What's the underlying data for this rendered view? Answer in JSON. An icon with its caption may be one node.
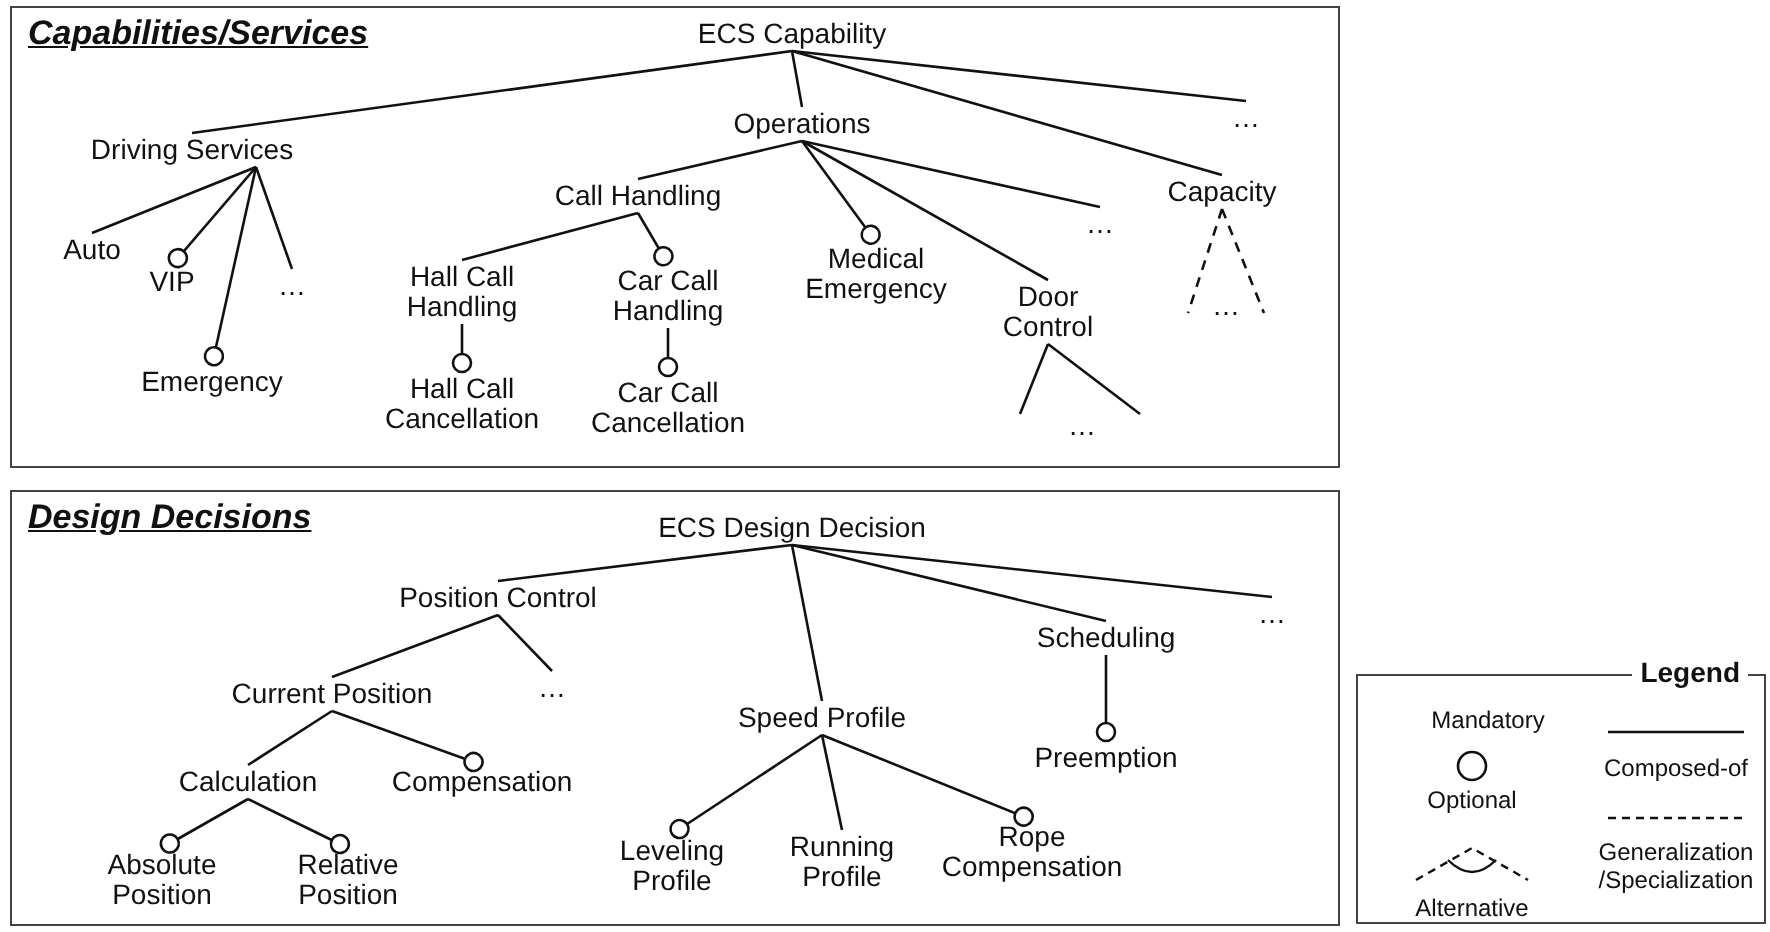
{
  "diagram": {
    "nodes": [
      {
        "text": [
          "Capabilities/Services"
        ]
      },
      {
        "text": [
          "ECS Capability"
        ],
        "in": 0
      },
      {
        "text": [
          "Driving Services"
        ],
        "in": 0
      },
      {
        "text": [
          "Operations"
        ],
        "in": 0
      },
      {
        "text": [
          "…"
        ],
        "in": 0
      },
      {
        "text": [
          "Capacity"
        ],
        "in": 0
      },
      {
        "text": [
          "Auto"
        ],
        "in": 0
      },
      {
        "text": [
          "VIP"
        ],
        "in": 0
      },
      {
        "text": [
          "Emergency"
        ],
        "in": 0
      },
      {
        "text": [
          "…"
        ],
        "in": 0
      },
      {
        "text": [
          "Call Handling"
        ],
        "in": 0
      },
      {
        "text": [
          "Medical Emergency"
        ],
        "in": 0
      },
      {
        "text": [
          "…"
        ],
        "in": 0
      },
      {
        "text": [
          "Door Control"
        ],
        "in": 0
      },
      {
        "text": [
          "…"
        ],
        "in": 0
      },
      {
        "text": [
          "Hall Call Handling"
        ],
        "in": 0
      },
      {
        "text": [
          "Car Call Handling"
        ],
        "in": 0
      },
      {
        "text": [
          "Hall Call Cancellation"
        ],
        "in": 0
      },
      {
        "text": [
          "Car Call Cancellation"
        ],
        "in": 0
      },
      {
        "text": [
          "…"
        ],
        "in": 0
      },
      {
        "text": [
          "Design Decisions"
        ]
      },
      {
        "text": [
          "ECS Design Decision"
        ],
        "in": 20
      },
      {
        "text": [
          "Position Control"
        ],
        "in": 20
      },
      {
        "text": [
          "Speed Profile"
        ],
        "in": 20
      },
      {
        "text": [
          "Scheduling"
        ],
        "in": 20
      },
      {
        "text": [
          "…"
        ],
        "in": 20
      },
      {
        "text": [
          "Current Position"
        ],
        "in": 20
      },
      {
        "text": [
          "…"
        ],
        "in": 20
      },
      {
        "text": [
          "Calculation"
        ],
        "in": 20
      },
      {
        "text": [
          "Compensation"
        ],
        "in": 20
      },
      {
        "text": [
          "Absolute Position"
        ],
        "in": 20
      },
      {
        "text": [
          "Relative Position"
        ],
        "in": 20
      },
      {
        "text": [
          "Leveling Profile"
        ],
        "in": 20
      },
      {
        "text": [
          "Running Profile"
        ],
        "in": 20
      },
      {
        "text": [
          "Rope Compensation"
        ],
        "in": 20
      },
      {
        "text": [
          "Preemption"
        ],
        "in": 20
      }
    ],
    "edges": [
      {
        "from": 1,
        "to": 2,
        "arrow": "none"
      },
      {
        "from": 1,
        "to": 3,
        "arrow": "none"
      },
      {
        "from": 1,
        "to": 4,
        "arrow": "none"
      },
      {
        "from": 1,
        "to": 5,
        "arrow": "none"
      },
      {
        "from": 2,
        "to": 6,
        "arrow": "none"
      },
      {
        "from": 2,
        "to": 7,
        "arrow": "other"
      },
      {
        "from": 2,
        "to": 8,
        "arrow": "other"
      },
      {
        "from": 2,
        "to": 9,
        "arrow": "none"
      },
      {
        "from": 3,
        "to": 10,
        "arrow": "none"
      },
      {
        "from": 3,
        "to": 11,
        "arrow": "other"
      },
      {
        "from": 3,
        "to": 12,
        "arrow": "none"
      },
      {
        "from": 3,
        "to": 13,
        "arrow": "none"
      },
      {
        "from": 5,
        "to": 14,
        "arrow": "none",
        "style": "dashed"
      },
      {
        "from": 10,
        "to": 15,
        "arrow": "none"
      },
      {
        "from": 10,
        "to": 16,
        "arrow": "other"
      },
      {
        "from": 15,
        "to": 17,
        "arrow": "other"
      },
      {
        "from": 16,
        "to": 18,
        "arrow": "other"
      },
      {
        "from": 13,
        "to": 19,
        "arrow": "none"
      },
      {
        "from": 21,
        "to": 22,
        "arrow": "none"
      },
      {
        "from": 21,
        "to": 23,
        "arrow": "none"
      },
      {
        "from": 21,
        "to": 24,
        "arrow": "none"
      },
      {
        "from": 21,
        "to": 25,
        "arrow": "none"
      },
      {
        "from": 22,
        "to": 26,
        "arrow": "none"
      },
      {
        "from": 22,
        "to": 27,
        "arrow": "none"
      },
      {
        "from": 26,
        "to": 28,
        "arrow": "none"
      },
      {
        "from": 26,
        "to": 29,
        "arrow": "other"
      },
      {
        "from": 28,
        "to": 30,
        "arrow": "other"
      },
      {
        "from": 28,
        "to": 31,
        "arrow": "other"
      },
      {
        "from": 23,
        "to": 32,
        "arrow": "other"
      },
      {
        "from": 23,
        "to": 33,
        "arrow": "none"
      },
      {
        "from": 23,
        "to": 34,
        "arrow": "other"
      },
      {
        "from": 24,
        "to": 35,
        "arrow": "other"
      }
    ],
    "labels": [
      "Legend"
    ],
    "legend": [
      {
        "text": "Mandatory"
      },
      {
        "text": "Optional"
      },
      {
        "text": "Alternative"
      },
      {
        "text": "Composed-of"
      },
      {
        "text": "Generalization /Specialization"
      }
    ]
  }
}
